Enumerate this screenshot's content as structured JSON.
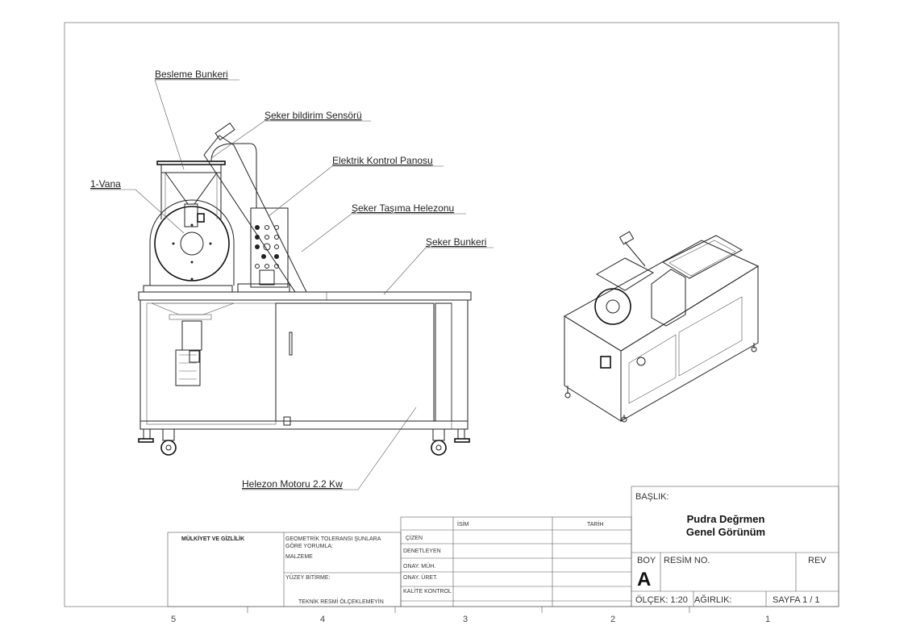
{
  "callouts": {
    "besleme_bunkeri": "Besleme  Bunkeri",
    "seker_bildirim_sensoru": "Şeker bildirim Sensörü",
    "elektrik_kontrol_panosu": "Elektrik Kontrol Panosu",
    "vana": "1-Vana",
    "seker_tasima_helezonu": "Şeker Taşıma Helezonu",
    "seker_bunkeri": "Şeker Bunkeri",
    "helezon_motoru": "Helezon Motoru 2.2 Kw"
  },
  "zones": [
    "5",
    "4",
    "3",
    "2",
    "1"
  ],
  "title_block": {
    "ownership": "MÜLKİYET VE GİZLİLİK",
    "tolerance_1": "GEOMETRİK TOLERANSI ŞUNLARA",
    "tolerance_2": "GÖRE YORUMLA:",
    "material": "MALZEME",
    "finish": "YÜZEY BİTİRME:",
    "no_scale": "TEKNİK RESMİ ÖLÇEKLEMEYİN",
    "col_name": "İSİM",
    "col_date": "TARİH",
    "rows": [
      "ÇİZEN",
      "DENETLEYEN",
      "ONAY. MÜH.",
      "ONAY. ÜRET.",
      "KALİTE KONTROL"
    ],
    "title_label": "BAŞLIK:",
    "title_line1": "Pudra Değrmen",
    "title_line2": "Genel Görünüm",
    "size_label": "BOY",
    "size_value": "A",
    "drawing_no_label": "RESİM  NO.",
    "rev_label": "REV",
    "scale": "ÖLÇEK: 1:20",
    "weight": "AĞIRLIK:",
    "sheet": "SAYFA 1 / 1"
  }
}
